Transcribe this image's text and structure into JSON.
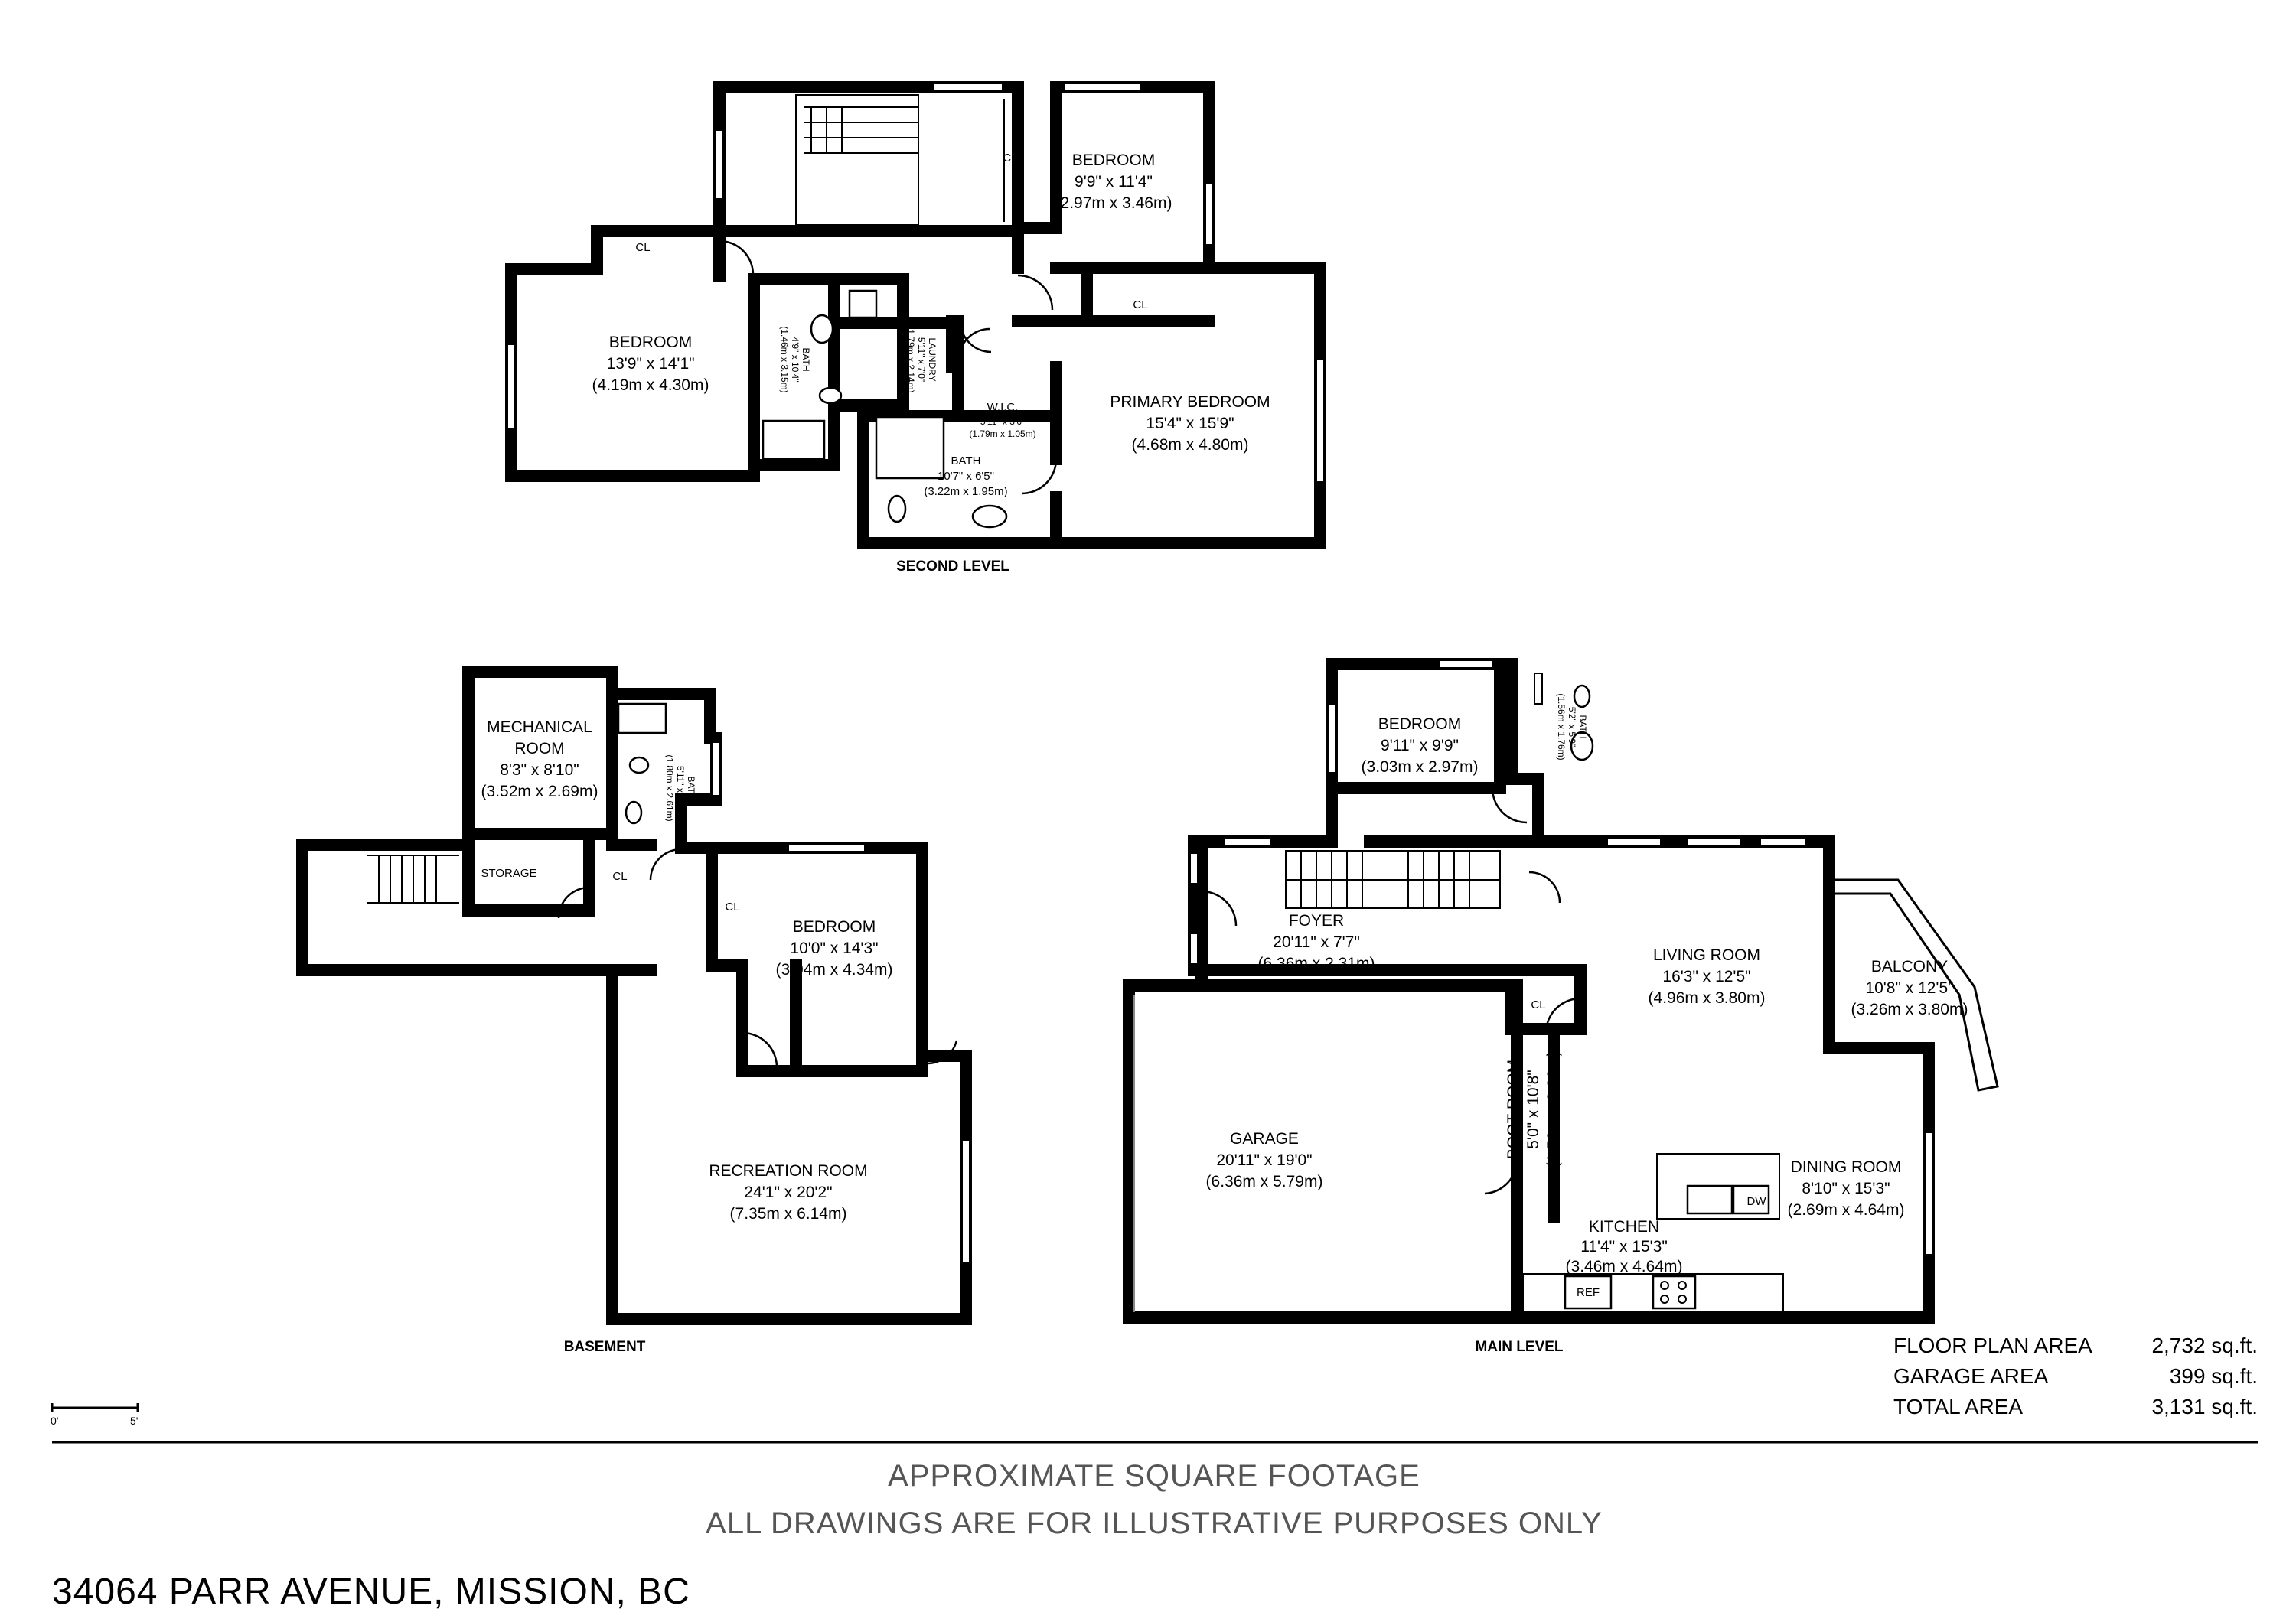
{
  "levels": {
    "second": "SECOND LEVEL",
    "basement": "BASEMENT",
    "main": "MAIN LEVEL"
  },
  "second_level": {
    "bedroom_ne": {
      "name": "BEDROOM",
      "dim": "9'9\" x 11'4\"",
      "metric": "(2.97m x 3.46m)"
    },
    "bedroom_w": {
      "name": "BEDROOM",
      "dim": "13'9\" x 14'1\"",
      "metric": "(4.19m x 4.30m)"
    },
    "bath": {
      "name": "BATH",
      "dim": "4'9\" x 10'4\"",
      "metric": "(1.46m x 3.15m)"
    },
    "laundry": {
      "name": "LAUNDRY",
      "dim": "5'11\" x 7'0\"",
      "metric": "(1.79m x 2.14m)"
    },
    "wic": {
      "name": "W.I.C.",
      "dim": "5'11\" x 3'6\"",
      "metric": "(1.79m x 1.05m)"
    },
    "ensuite": {
      "name": "BATH",
      "dim": "10'7\" x 6'5\"",
      "metric": "(3.22m x 1.95m)"
    },
    "primary": {
      "name": "PRIMARY BEDROOM",
      "dim": "15'4\" x 15'9\"",
      "metric": "(4.68m x 4.80m)"
    },
    "cl": "CL"
  },
  "basement": {
    "mechanical": {
      "name1": "MECHANICAL",
      "name2": "ROOM",
      "dim": "8'3\" x 8'10\"",
      "metric": "(3.52m x 2.69m)"
    },
    "bath": {
      "name": "BATH",
      "dim": "5'11\" x 8'7\"",
      "metric": "(1.80m x 2.61m)"
    },
    "storage": "STORAGE",
    "bedroom": {
      "name": "BEDROOM",
      "dim": "10'0\" x 14'3\"",
      "metric": "(3.04m x 4.34m)"
    },
    "recreation": {
      "name": "RECREATION ROOM",
      "dim": "24'1\" x 20'2\"",
      "metric": "(7.35m x 6.14m)"
    },
    "cl": "CL"
  },
  "main_level": {
    "bedroom": {
      "name": "BEDROOM",
      "dim": "9'11\" x 9'9\"",
      "metric": "(3.03m x 2.97m)"
    },
    "bath": {
      "name": "BATH",
      "dim": "5'2\" x 5'9\"",
      "metric": "(1.56m x 1.76m)"
    },
    "foyer": {
      "name": "FOYER",
      "dim": "20'11\" x 7'7\"",
      "metric": "(6.36m x 2.31m)"
    },
    "living": {
      "name": "LIVING ROOM",
      "dim": "16'3\" x 12'5\"",
      "metric": "(4.96m x 3.80m)"
    },
    "balcony": {
      "name": "BALCONY",
      "dim": "10'8\" x 12'5\"",
      "metric": "(3.26m x 3.80m)"
    },
    "garage": {
      "name": "GARAGE",
      "dim": "20'11\" x 19'0\"",
      "metric": "(6.36m x 5.79m)"
    },
    "boot": {
      "name": "BOOT ROOM",
      "dim": "5'0\" x 10'8\"",
      "metric": "(1.52m x 3.26m)"
    },
    "kitchen": {
      "name": "KITCHEN",
      "dim": "11'4\" x 15'3\"",
      "metric": "(3.46m x 4.64m)"
    },
    "dining": {
      "name": "DINING ROOM",
      "dim": "8'10\" x 15'3\"",
      "metric": "(2.69m x 4.64m)"
    },
    "cl": "CL",
    "dw": "DW",
    "ref": "REF"
  },
  "areas": {
    "floor_label": "FLOOR PLAN AREA",
    "floor_value": "2,732 sq.ft.",
    "garage_label": "GARAGE AREA",
    "garage_value": "399 sq.ft.",
    "total_label": "TOTAL AREA",
    "total_value": "3,131 sq.ft."
  },
  "scale": {
    "start": "0'",
    "end": "5'"
  },
  "footer": {
    "line1": "APPROXIMATE SQUARE FOOTAGE",
    "line2": "ALL DRAWINGS ARE FOR ILLUSTRATIVE PURPOSES ONLY"
  },
  "address": "34064 PARR AVENUE, MISSION, BC"
}
